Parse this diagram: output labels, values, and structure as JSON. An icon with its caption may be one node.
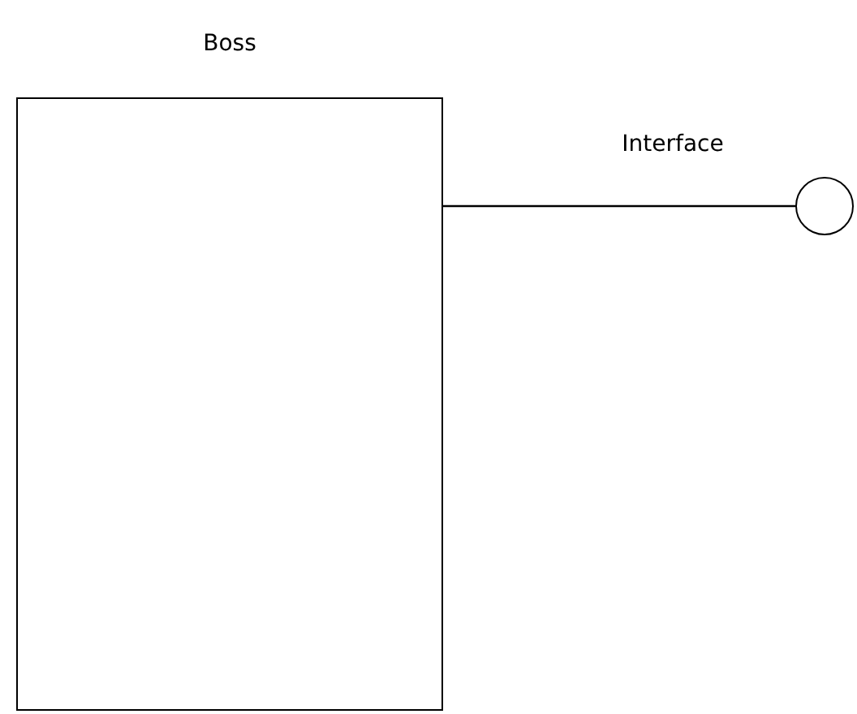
{
  "diagram": {
    "nodes": [
      {
        "text": [
          "Boss"
        ]
      },
      {
        "text": [],
        "shape": "circle"
      }
    ],
    "edges": [
      {
        "from": 0,
        "to": 1,
        "arrow": "none",
        "label": "Interface"
      }
    ]
  }
}
